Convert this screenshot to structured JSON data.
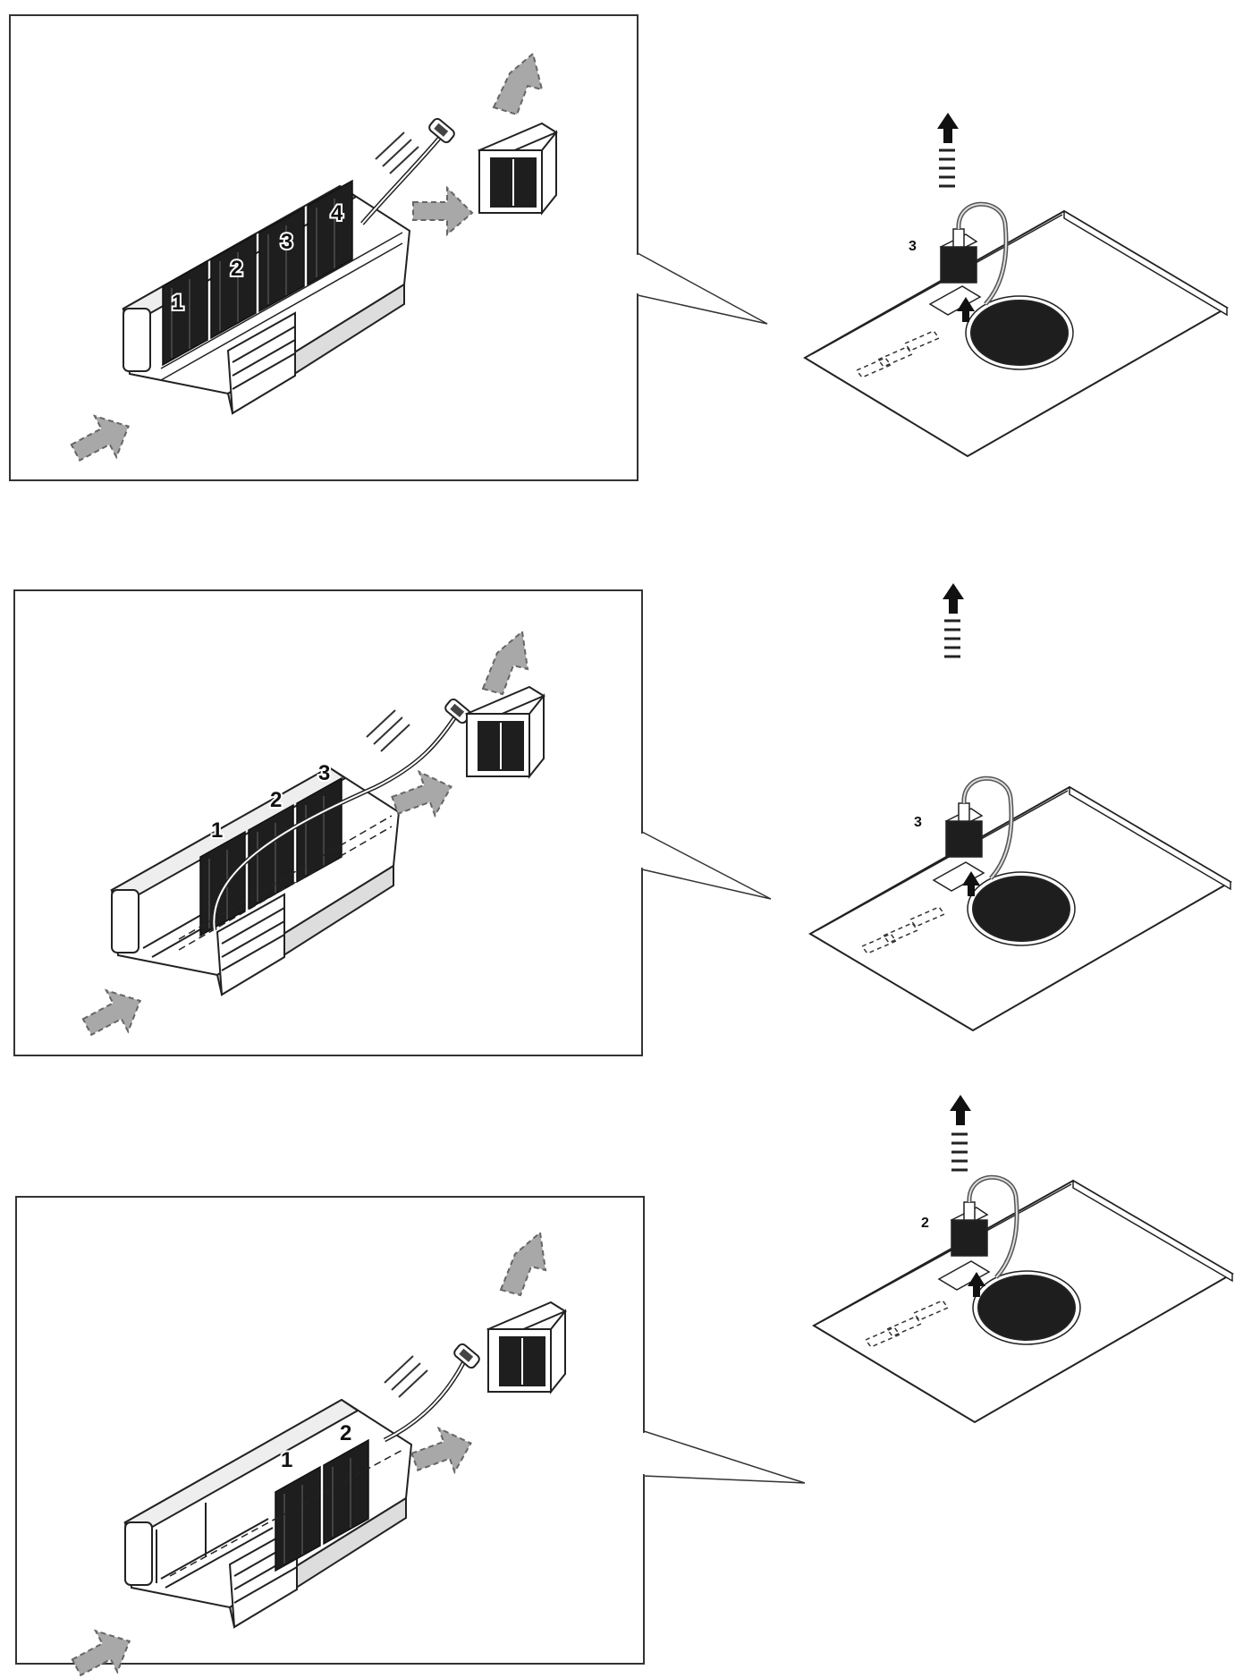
{
  "colors": {
    "line": "#222222",
    "dark_fill": "#1e1e1e",
    "arrow_fill": "#a8a8a8",
    "arrow_stroke": "#777777",
    "mid_gray": "#555555"
  },
  "icons": {
    "insert_arrow": "dashed-gray-arrow-icon",
    "remove_arrow": "solid-black-up-arrow-icon",
    "motion_lines": "speed-lines-icon",
    "module": "battery-module-icon"
  },
  "panels": [
    {
      "cell_numbers": [
        "1",
        "2",
        "3",
        "4"
      ],
      "callout_number": "3"
    },
    {
      "cell_numbers": [
        "1",
        "2",
        "3"
      ],
      "callout_number": "3"
    },
    {
      "cell_numbers": [
        "1",
        "2"
      ],
      "callout_number": "2"
    }
  ]
}
